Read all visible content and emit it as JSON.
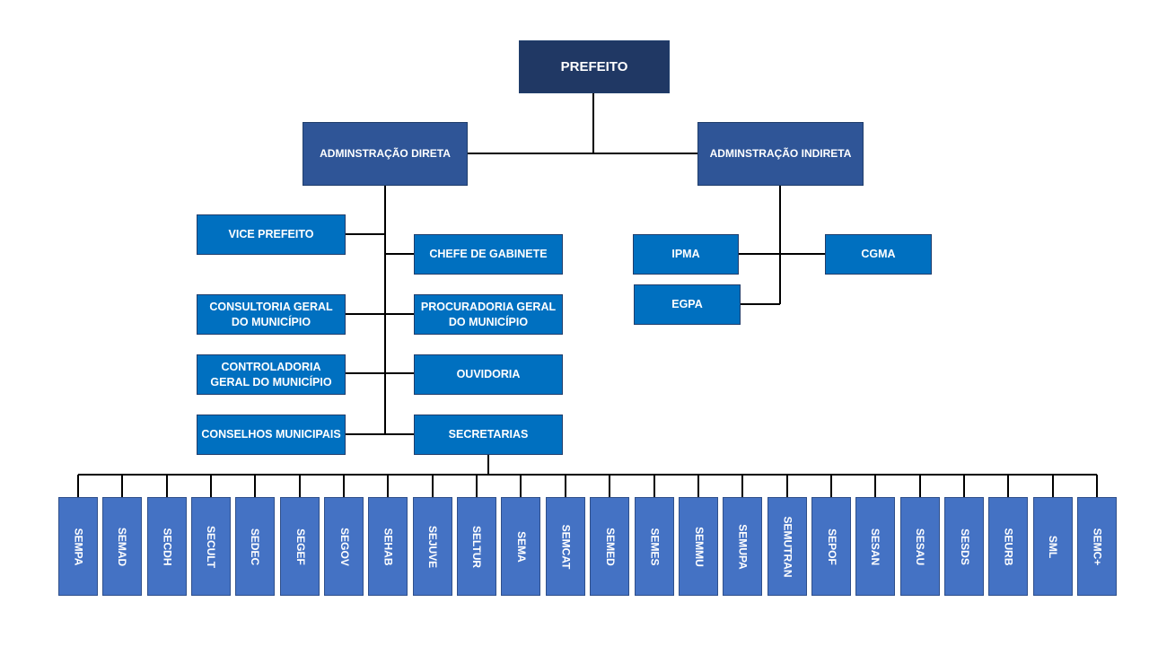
{
  "root": {
    "label": "PREFEITO"
  },
  "direct": {
    "label": "ADMINSTRAÇÃO DIRETA",
    "left_units": [
      "VICE PREFEITO",
      "CONSULTORIA GERAL DO MUNICÍPIO",
      "CONTROLADORIA GERAL DO MUNICÍPIO",
      "CONSELHOS MUNICIPAIS"
    ],
    "right_units": [
      "CHEFE DE GABINETE",
      "PROCURADORIA GERAL DO MUNICÍPIO",
      "OUVIDORIA",
      "SECRETARIAS"
    ]
  },
  "indirect": {
    "label": "ADMINSTRAÇÃO INDIRETA",
    "units": [
      "IPMA",
      "CGMA",
      "EGPA"
    ]
  },
  "secretarias": [
    "SEMPA",
    "SEMAD",
    "SECDH",
    "SECULT",
    "SEDEC",
    "SEGEF",
    "SEGOV",
    "SEHAB",
    "SEJUVE",
    "SELTUR",
    "SEMA",
    "SEMCAT",
    "SEMED",
    "SEMES",
    "SEMMU",
    "SEMUPA",
    "SEMUTRAN",
    "SEPOF",
    "SESAN",
    "SESAU",
    "SESDS",
    "SEURB",
    "SML",
    "SEMC+"
  ],
  "colors": {
    "top": "#203864",
    "admin": "#2f5597",
    "unit": "#0070c0",
    "secretaria": "#4472c4",
    "line": "#000000"
  }
}
